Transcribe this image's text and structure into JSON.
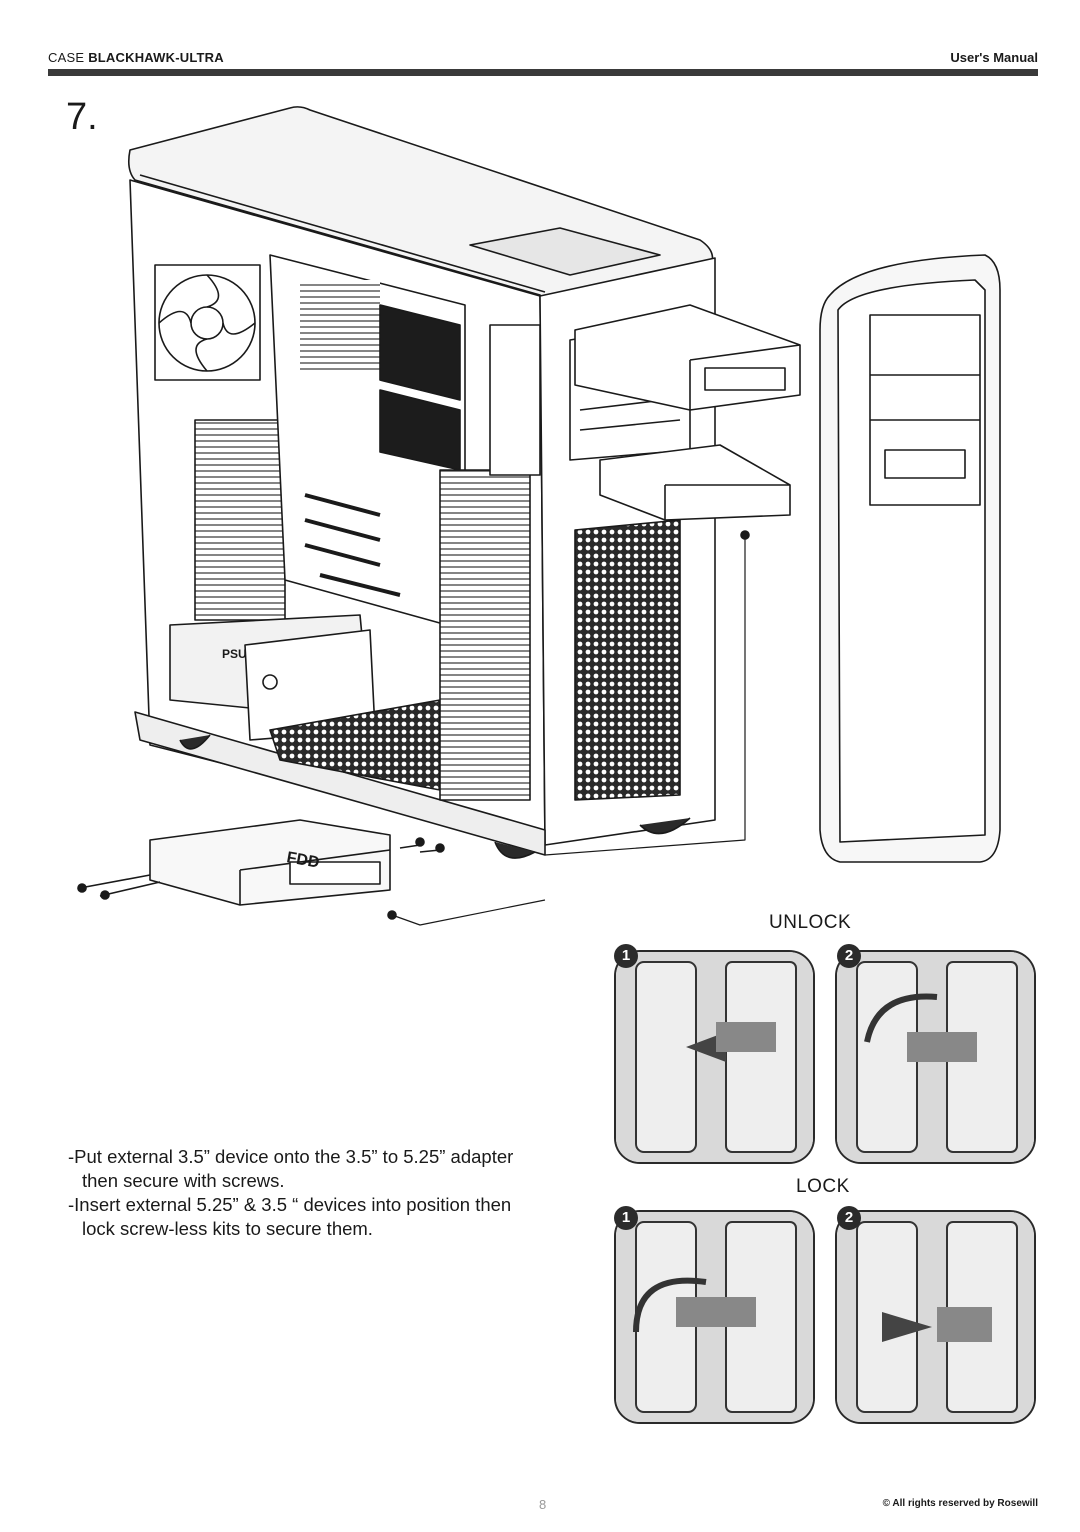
{
  "header": {
    "case_prefix": "CASE",
    "model": "BLACKHAWK-ULTRA",
    "manual": "User's Manual"
  },
  "step_number": "7.",
  "labels": {
    "unlock": "UNLOCK",
    "lock": "LOCK"
  },
  "photo_badges": {
    "first": "1",
    "second": "2"
  },
  "instructions": [
    {
      "line1": "-Put external 3.5” device onto the 3.5” to 5.25” adapter",
      "line2": "then secure with screws."
    },
    {
      "line1": "-Insert external 5.25” & 3.5 “ devices into position then",
      "line2": "lock screw-less kits to secure them."
    }
  ],
  "diagram": {
    "psu_label": "PSU",
    "fdd_label": "FDD"
  },
  "footer": {
    "page_number": "8",
    "copyright": "© All rights reserved by Rosewill"
  }
}
